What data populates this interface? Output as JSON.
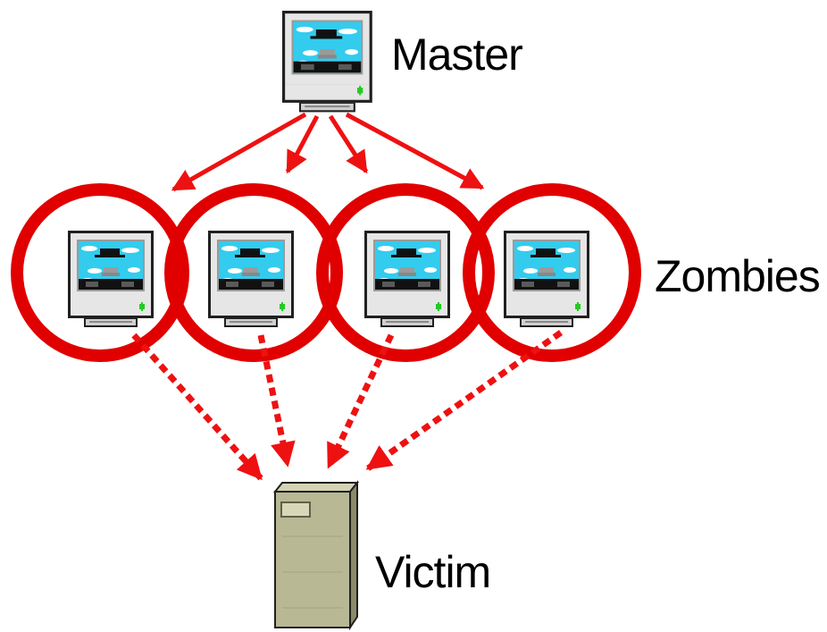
{
  "labels": {
    "master": "Master",
    "zombies": "Zombies",
    "victim": "Victim"
  },
  "nodes": {
    "master": {
      "icon": "monitor-icon"
    },
    "zombies": [
      {
        "icon": "monitor-icon"
      },
      {
        "icon": "monitor-icon"
      },
      {
        "icon": "monitor-icon"
      },
      {
        "icon": "monitor-icon"
      }
    ],
    "victim": {
      "icon": "server-tower-icon"
    }
  },
  "colors": {
    "arrow": "#ee1111",
    "ring": "#e00000",
    "screen_sky": "#33ccee",
    "monitor_body": "#e4e4e4",
    "server_body": "#b8b894",
    "power_led": "#22cc22"
  }
}
